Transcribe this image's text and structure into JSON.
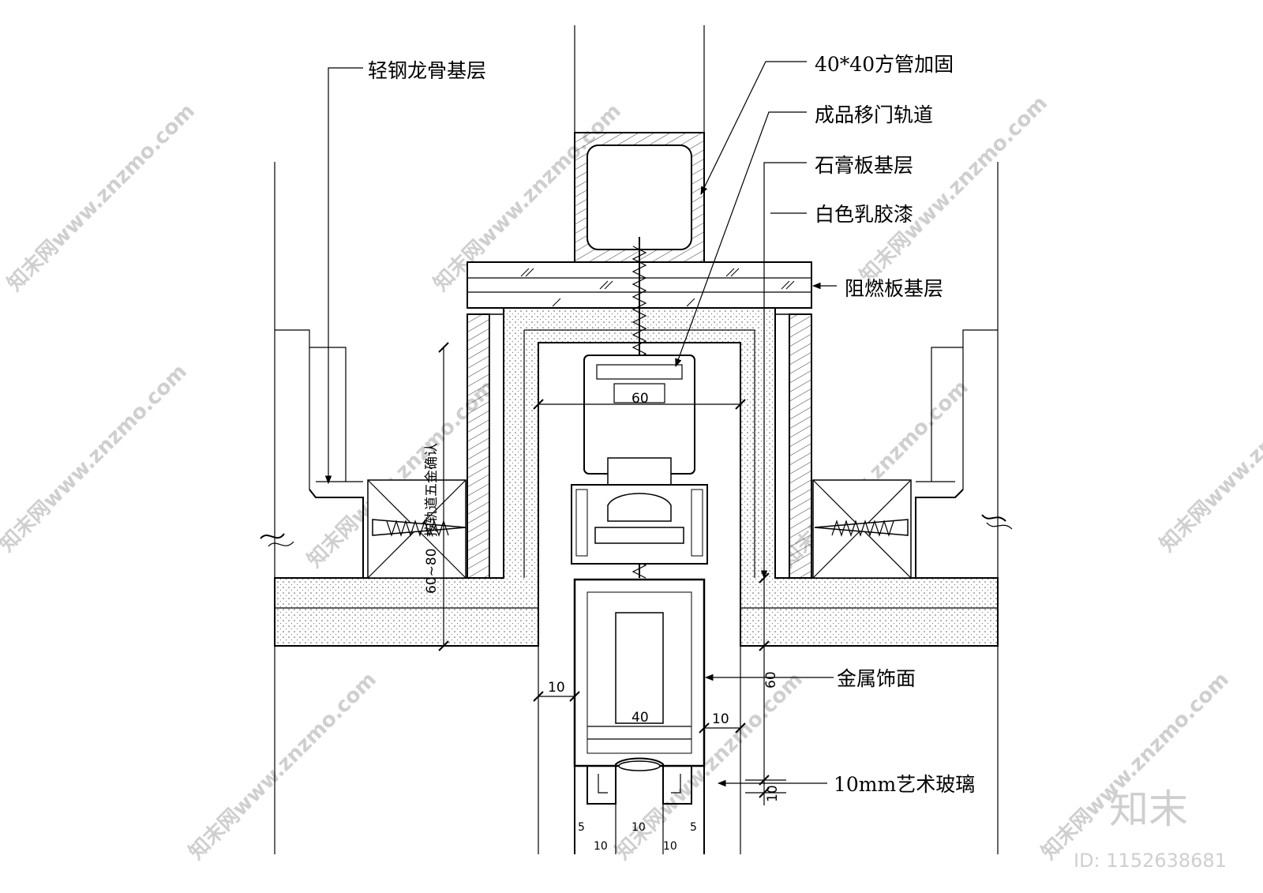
{
  "labels": {
    "light_steel_keel": "轻钢龙骨基层",
    "square_tube": "40*40方管加固",
    "sliding_track": "成品移门轨道",
    "gypsum_board": "石膏板基层",
    "latex_paint": "白色乳胶漆",
    "fire_board": "阻燃板基层",
    "metal_finish": "金属饰面",
    "art_glass": "10mm艺术玻璃",
    "track_note": "按轨道五金确认"
  },
  "dimensions": {
    "d60_top": "60",
    "d60_right": "60",
    "d60_80": "60~80",
    "d10_left": "10",
    "d10_right": "10",
    "d10_glass": "10",
    "d40": "40",
    "d5_left": "5",
    "d5_right": "5",
    "d10_bottom_mid": "10",
    "d10_bottom_left": "10",
    "d10_bottom_right": "10"
  },
  "watermark": {
    "text": "知末网www.znzmo.com",
    "logo": "知末",
    "id": "ID: 1152638681"
  }
}
